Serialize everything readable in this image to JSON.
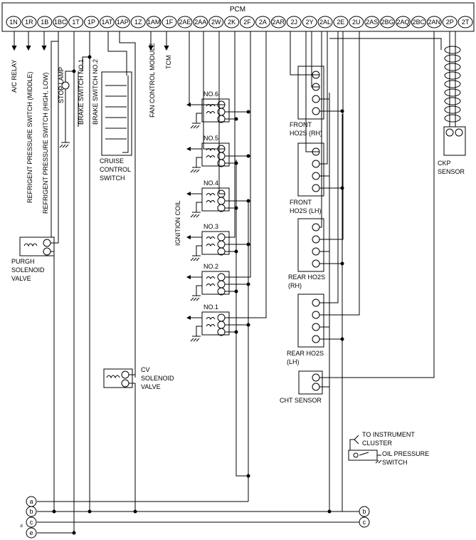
{
  "pcm": {
    "title": "PCM",
    "pins": [
      "1N",
      "1R",
      "1B",
      "1BC",
      "1T",
      "1P",
      "1AT",
      "1AP",
      "1Z",
      "1AM",
      "1F",
      "2AE",
      "2AA",
      "2W",
      "2K",
      "2F",
      "2A",
      "2AR",
      "2J",
      "2Y",
      "2AL",
      "2E",
      "2U",
      "2AS",
      "2BG",
      "2AQ",
      "2BC",
      "2AN",
      "2P",
      "2T"
    ]
  },
  "vertical_labels": {
    "ac_relay": "A/C RELAY",
    "refrig_middle": "REFRIGENT PRESSURE SWITCH (MIDDLE)",
    "refrig_high_low": "REFRIGENT PRESSURE SWITCH (HIGH, LOW)",
    "stop_lamp": "STOP LAMP",
    "brake_sw1": "BRAKE SWITCH NO.1",
    "brake_sw2": "BRAKE SWITCH NO.2",
    "fan_control": "FAN CONTROL MODULE",
    "tcm": "TCM",
    "ignition_coil": "IGNITION COIL"
  },
  "components": {
    "cruise_line1": "CRUISE",
    "cruise_line2": "CONTROL",
    "cruise_line3": "SWITCH",
    "purge_line1": "PURGH",
    "purge_line2": "SOLENOID",
    "purge_line3": "VALVE",
    "cv_line1": "CV",
    "cv_line2": "SOLENOID",
    "cv_line3": "VALVE",
    "coils": [
      "NO.6",
      "NO.5",
      "NO.4",
      "NO.3",
      "NO.2",
      "NO.1"
    ],
    "front_rh_1": "FRONT",
    "front_rh_2": "HO2S (RH)",
    "front_lh_1": "FRONT",
    "front_lh_2": "HO2S (LH)",
    "rear_rh_1": "REAR HO2S",
    "rear_rh_2": "(RH)",
    "rear_lh_1": "REAR HO2S",
    "rear_lh_2": "(LH)",
    "cht": "CHT SENSOR",
    "ckp_1": "CKP",
    "ckp_2": "SENSOR",
    "instrument_1": "TO INSTRUMENT",
    "instrument_2": "CLUSTER",
    "oil_1": "OIL PRESSURE",
    "oil_2": "SWITCH"
  },
  "connectors_left": [
    "a",
    "b",
    "c",
    "d",
    "e"
  ],
  "connectors_right": [
    "b",
    "c"
  ]
}
